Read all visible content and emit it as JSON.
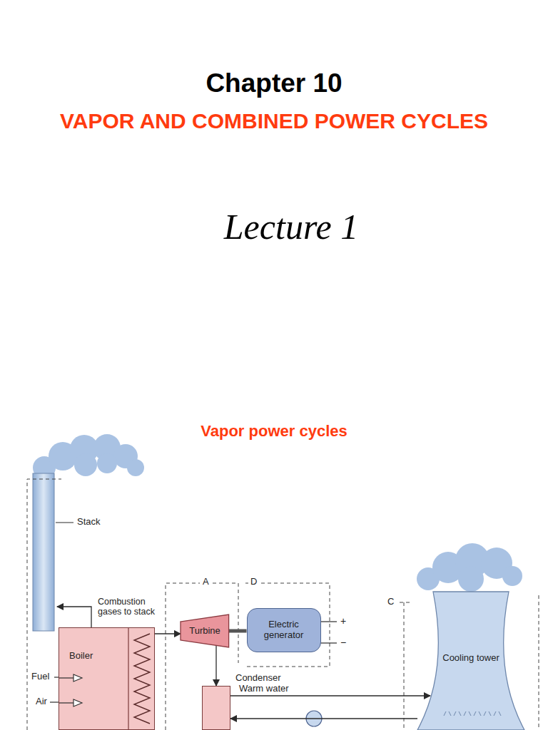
{
  "diagram": {
    "title": "Chapter 10",
    "nodes": [
      {
        "text": [
          "Boiler"
        ]
      },
      {
        "text": [
          "Turbine"
        ]
      },
      {
        "text": [
          "Electric generator"
        ]
      },
      {
        "text": [
          "Condenser"
        ]
      },
      {
        "text": [
          "Cooling tower"
        ]
      }
    ],
    "edges": [
      {
        "from": 0,
        "to": 1,
        "arrow": "to"
      },
      {
        "from": 1,
        "to": 2,
        "arrow": "none"
      },
      {
        "from": 1,
        "to": 3,
        "arrow": "to"
      },
      {
        "from": 3,
        "to": 4,
        "label": "Warm water",
        "arrow": "to"
      },
      {
        "from": 4,
        "to": 3,
        "arrow": "to"
      }
    ],
    "labels": [
      "VAPOR AND COMBINED POWER CYCLES",
      "Lecture 1",
      "Vapor power cycles",
      "Stack",
      "Combustion gases to stack",
      "Fuel",
      "Air",
      "A",
      "D",
      "C",
      "+",
      "−"
    ]
  }
}
